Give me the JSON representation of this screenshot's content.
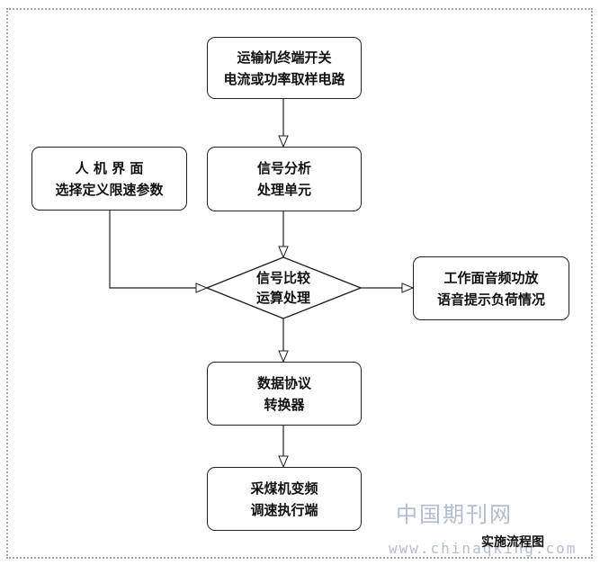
{
  "nodes": {
    "sampling": {
      "line1": "运输机终端开关",
      "line2": "电流或功率取样电路"
    },
    "analysis": {
      "line1": "信号分析",
      "line2": "处理单元"
    },
    "hmi": {
      "line1": "人 机 界 面",
      "line2": "选择定义限速参数"
    },
    "compare": {
      "line1": "信号比较",
      "line2": "运算处理"
    },
    "audio": {
      "line1": "工作面音频功放",
      "line2": "语音提示负荷情况"
    },
    "protocol": {
      "line1": "数据协议",
      "line2": "转换器"
    },
    "vfd": {
      "line1": "采煤机变频",
      "line2": "调速执行端"
    }
  },
  "caption": "实施流程图",
  "watermark": {
    "cn": "中国期刊网",
    "url": "www.chinaqking.com"
  }
}
